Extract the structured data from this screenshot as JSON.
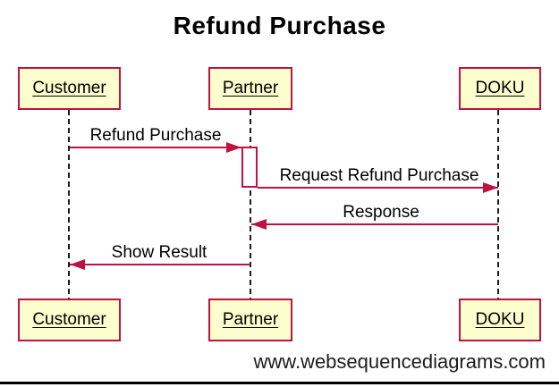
{
  "title": "Refund Purchase",
  "actors": {
    "customer": "Customer",
    "partner": "Partner",
    "doku": "DOKU"
  },
  "messages": [
    {
      "label": "Refund Purchase",
      "from": "customer",
      "to": "partner"
    },
    {
      "label": "Request Refund Purchase",
      "from": "partner",
      "to": "doku"
    },
    {
      "label": "Response",
      "from": "doku",
      "to": "partner"
    },
    {
      "label": "Show Result",
      "from": "partner",
      "to": "customer"
    }
  ],
  "footer": "www.websequencediagrams.com",
  "colors": {
    "accent": "#bf1243",
    "box-fill": "#fdfecd",
    "text": "#000000",
    "rule": "#000000"
  }
}
